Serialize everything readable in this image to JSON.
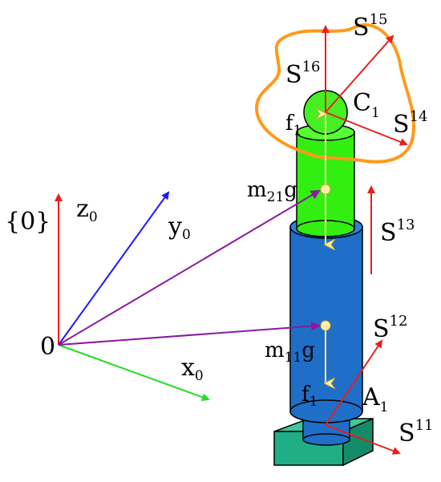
{
  "colors": {
    "frame_z": "#ff1a1a",
    "frame_y": "#1a1aff",
    "frame_x": "#22dd22",
    "position_vector": "#8a1aa0",
    "screw_axis": "#e81e1e",
    "lower_link": "#1f6fc8",
    "upper_link": "#33ee11",
    "base": "#1fae86",
    "gravity_arrow": "#fff0a0",
    "outline": "#ff9a1a"
  },
  "frame": {
    "name": "{0}",
    "origin": "0",
    "z_main": "z",
    "z_sub": "0",
    "y_main": "y",
    "y_sub": "0",
    "x_main": "x",
    "x_sub": "0"
  },
  "labels": {
    "s16_main": "S",
    "s16_sup": "16",
    "s15_main": "S",
    "s15_sup": "15",
    "s14_main": "S",
    "s14_sup": "14",
    "s13_main": "S",
    "s13_sup": "13",
    "s12_main": "S",
    "s12_sup": "12",
    "s11_main": "S",
    "s11_sup": "11",
    "c1_main": "C",
    "c1_sub": "1",
    "a1_main": "A",
    "a1_sub": "1",
    "f_upper_main": "f",
    "f_upper_sub": "1",
    "f_lower_main": "f",
    "f_lower_sub": "1",
    "m21_main": "m",
    "m21_sub": "21",
    "m21_tail": "g",
    "m11_main": "m",
    "m11_sub": "11",
    "m11_tail": "g"
  }
}
